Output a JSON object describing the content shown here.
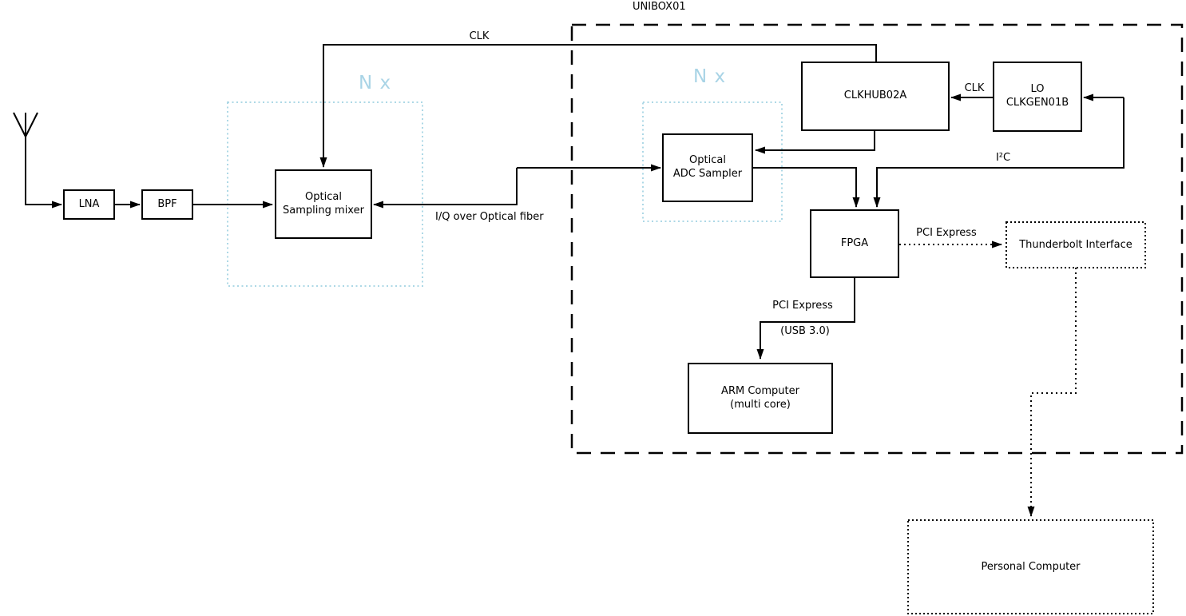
{
  "diagram": {
    "container_label": "UNIBOX01",
    "colors": {
      "line": "#000000",
      "accent_blue": "#add8e6",
      "background": "#ffffff"
    },
    "blocks": {
      "lna": {
        "label": "LNA"
      },
      "bpf": {
        "label": "BPF"
      },
      "sampling_mixer": {
        "label": "Optical\nSampling mixer"
      },
      "adc_sampler": {
        "label": "Optical\nADC Sampler"
      },
      "clkhub": {
        "label": "CLKHUB02A"
      },
      "lo_clkgen": {
        "label": "LO\nCLKGEN01B"
      },
      "fpga": {
        "label": "FPGA"
      },
      "thunderbolt": {
        "label": "Thunderbolt Interface"
      },
      "arm_computer": {
        "label": "ARM Computer\n(multi core)"
      },
      "personal_computer": {
        "label": "Personal Computer"
      }
    },
    "group_labels": {
      "nx_left": "N x",
      "nx_right": "N x"
    },
    "line_labels": {
      "clk_top": "CLK",
      "clk_lo": "CLK",
      "iq_fiber": "I/Q over Optical fiber",
      "i2c": "I²C",
      "pcie_thunderbolt": "PCI Express",
      "pcie_arm": "PCI Express",
      "usb": "(USB 3.0)"
    }
  }
}
